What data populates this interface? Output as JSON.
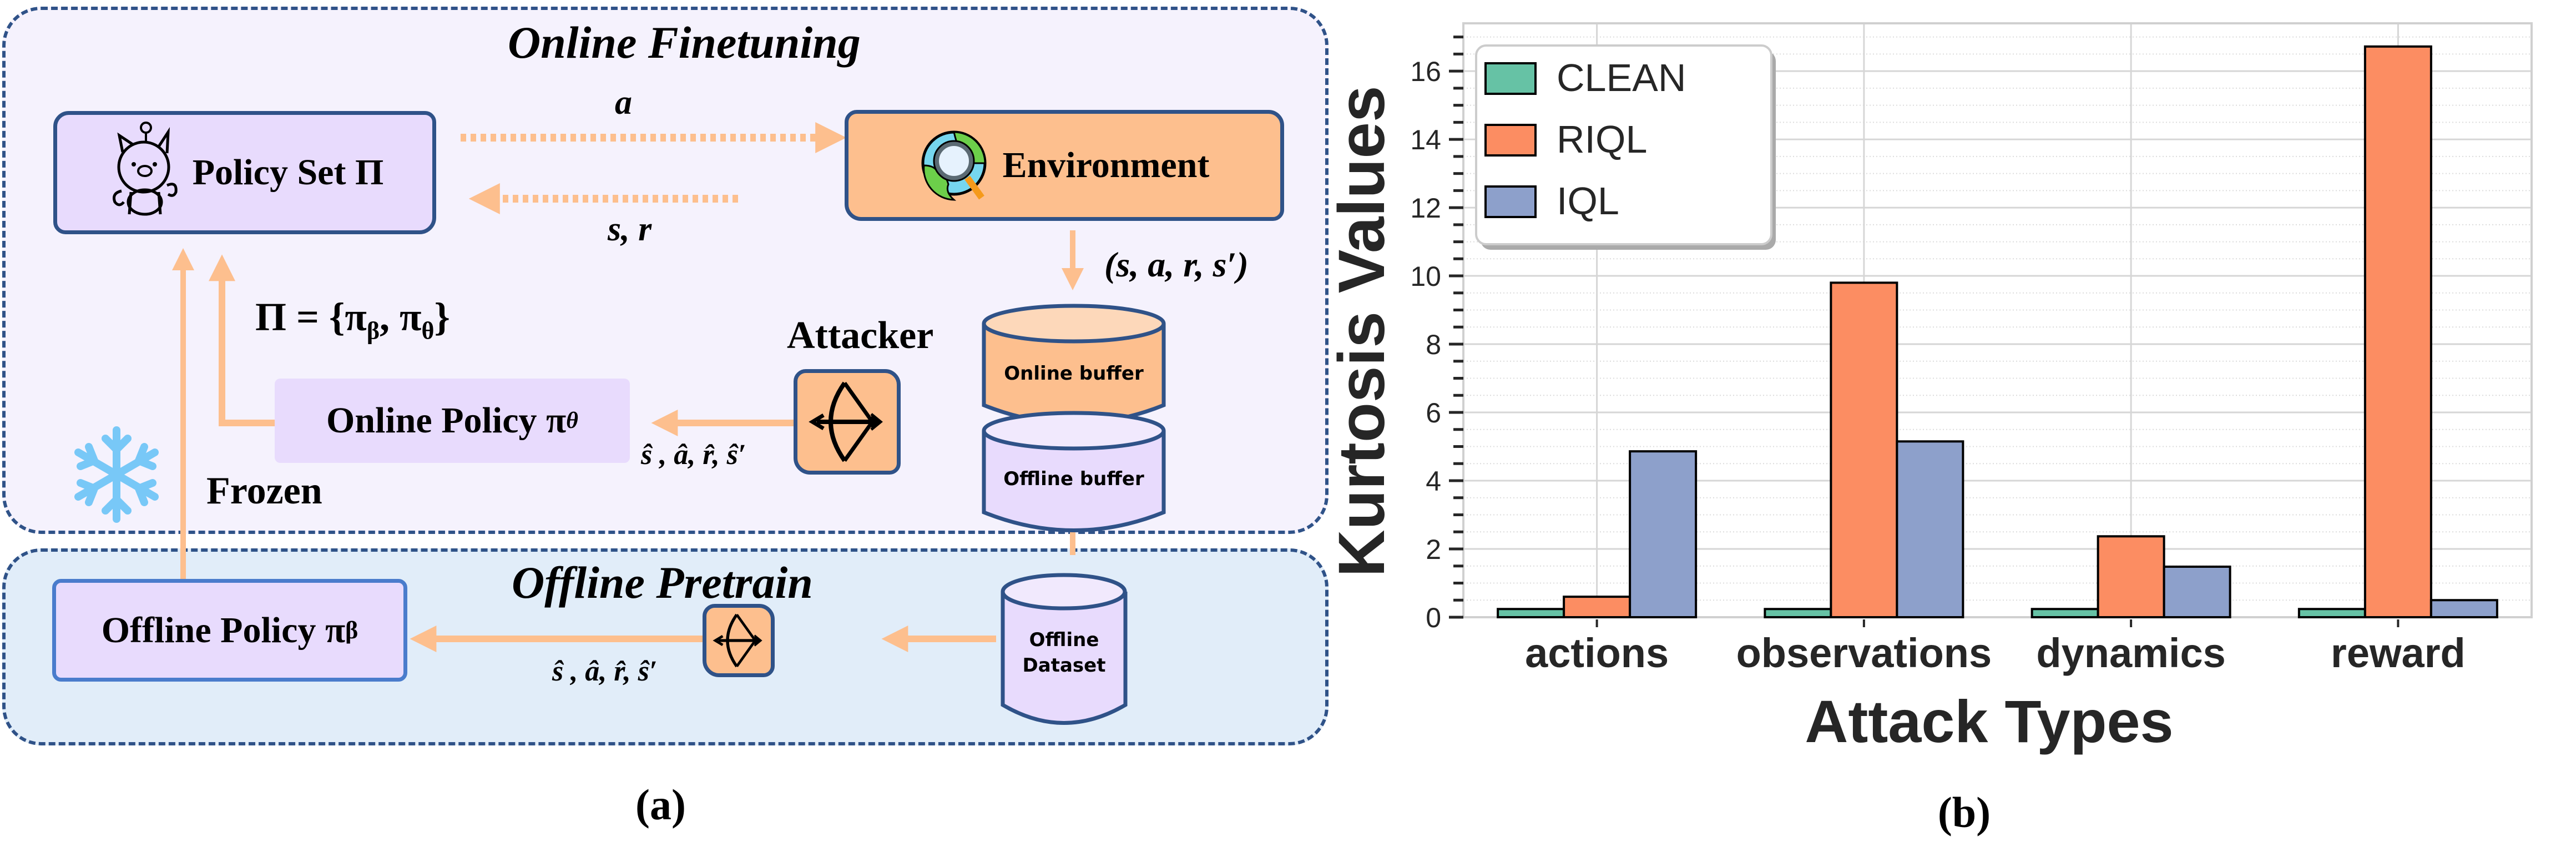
{
  "figure_a": {
    "caption": "(a)",
    "online_panel": {
      "title": "Online Finetuning",
      "policy_set_label": "Policy Set Π",
      "environment_label": "Environment",
      "action_edge_label": "a",
      "feedback_edge_label": "s, r",
      "transition_label": "(s, a, r, s′)",
      "set_definition": "Π = {π",
      "set_definition_sub1": "β",
      "set_definition_mid": ", π",
      "set_definition_sub2": "θ",
      "set_definition_end": "}",
      "attacker_label": "Attacker",
      "online_policy_label": "Online Policy π",
      "online_policy_sub": "θ",
      "perturbed_label": "ŝ , â, r̂, ŝ′",
      "online_buffer_label": "Online buffer",
      "offline_buffer_label": "Offline buffer",
      "frozen_label": "Frozen"
    },
    "offline_panel": {
      "title": "Offline Pretrain",
      "offline_policy_label": "Offline Policy π",
      "offline_policy_sub": "β",
      "perturbed_label": "ŝ , â, r̂, ŝ′",
      "dataset_label_line1": "Offline",
      "dataset_label_line2": "Dataset"
    },
    "colors": {
      "arrow": "#fdbf8e",
      "panel_border": "#2f5288",
      "online_bg": "#f5f2fd",
      "offline_bg": "#e1edf9",
      "lavender": "#e8dbfd",
      "peach": "#fdbf8e"
    }
  },
  "figure_b": {
    "caption": "(b)"
  },
  "chart_data": {
    "type": "bar",
    "title": "",
    "xlabel": "Attack Types",
    "ylabel": "Kurtosis Values",
    "categories": [
      "actions",
      "observations",
      "dynamics",
      "reward"
    ],
    "series": [
      {
        "name": "CLEAN",
        "color": "#66c2a5",
        "values": [
          0.24,
          0.24,
          0.24,
          0.24
        ]
      },
      {
        "name": "RIQL",
        "color": "#fc8d62",
        "values": [
          0.6,
          9.8,
          2.37,
          16.72
        ]
      },
      {
        "name": "IQL",
        "color": "#8da0cb",
        "values": [
          4.86,
          5.15,
          1.48,
          0.5
        ]
      }
    ],
    "ylim": [
      0,
      17.4
    ],
    "yticks": [
      0,
      2,
      4,
      6,
      8,
      10,
      12,
      14,
      16
    ],
    "minor_tick_step": 0.5,
    "grid": true,
    "legend": "top-left"
  }
}
